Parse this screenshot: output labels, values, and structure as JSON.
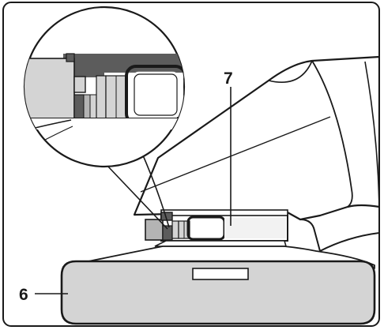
{
  "callouts": {
    "part_7": "7",
    "part_6": "6"
  },
  "colors": {
    "outline": "#1a1a1a",
    "light_gray": "#d4d4d4",
    "mid_gray": "#b4b4b4",
    "dark_gray": "#5c5c5c",
    "white": "#ffffff"
  },
  "icons": {
    "detail_magnifier": "circle-magnifier"
  }
}
